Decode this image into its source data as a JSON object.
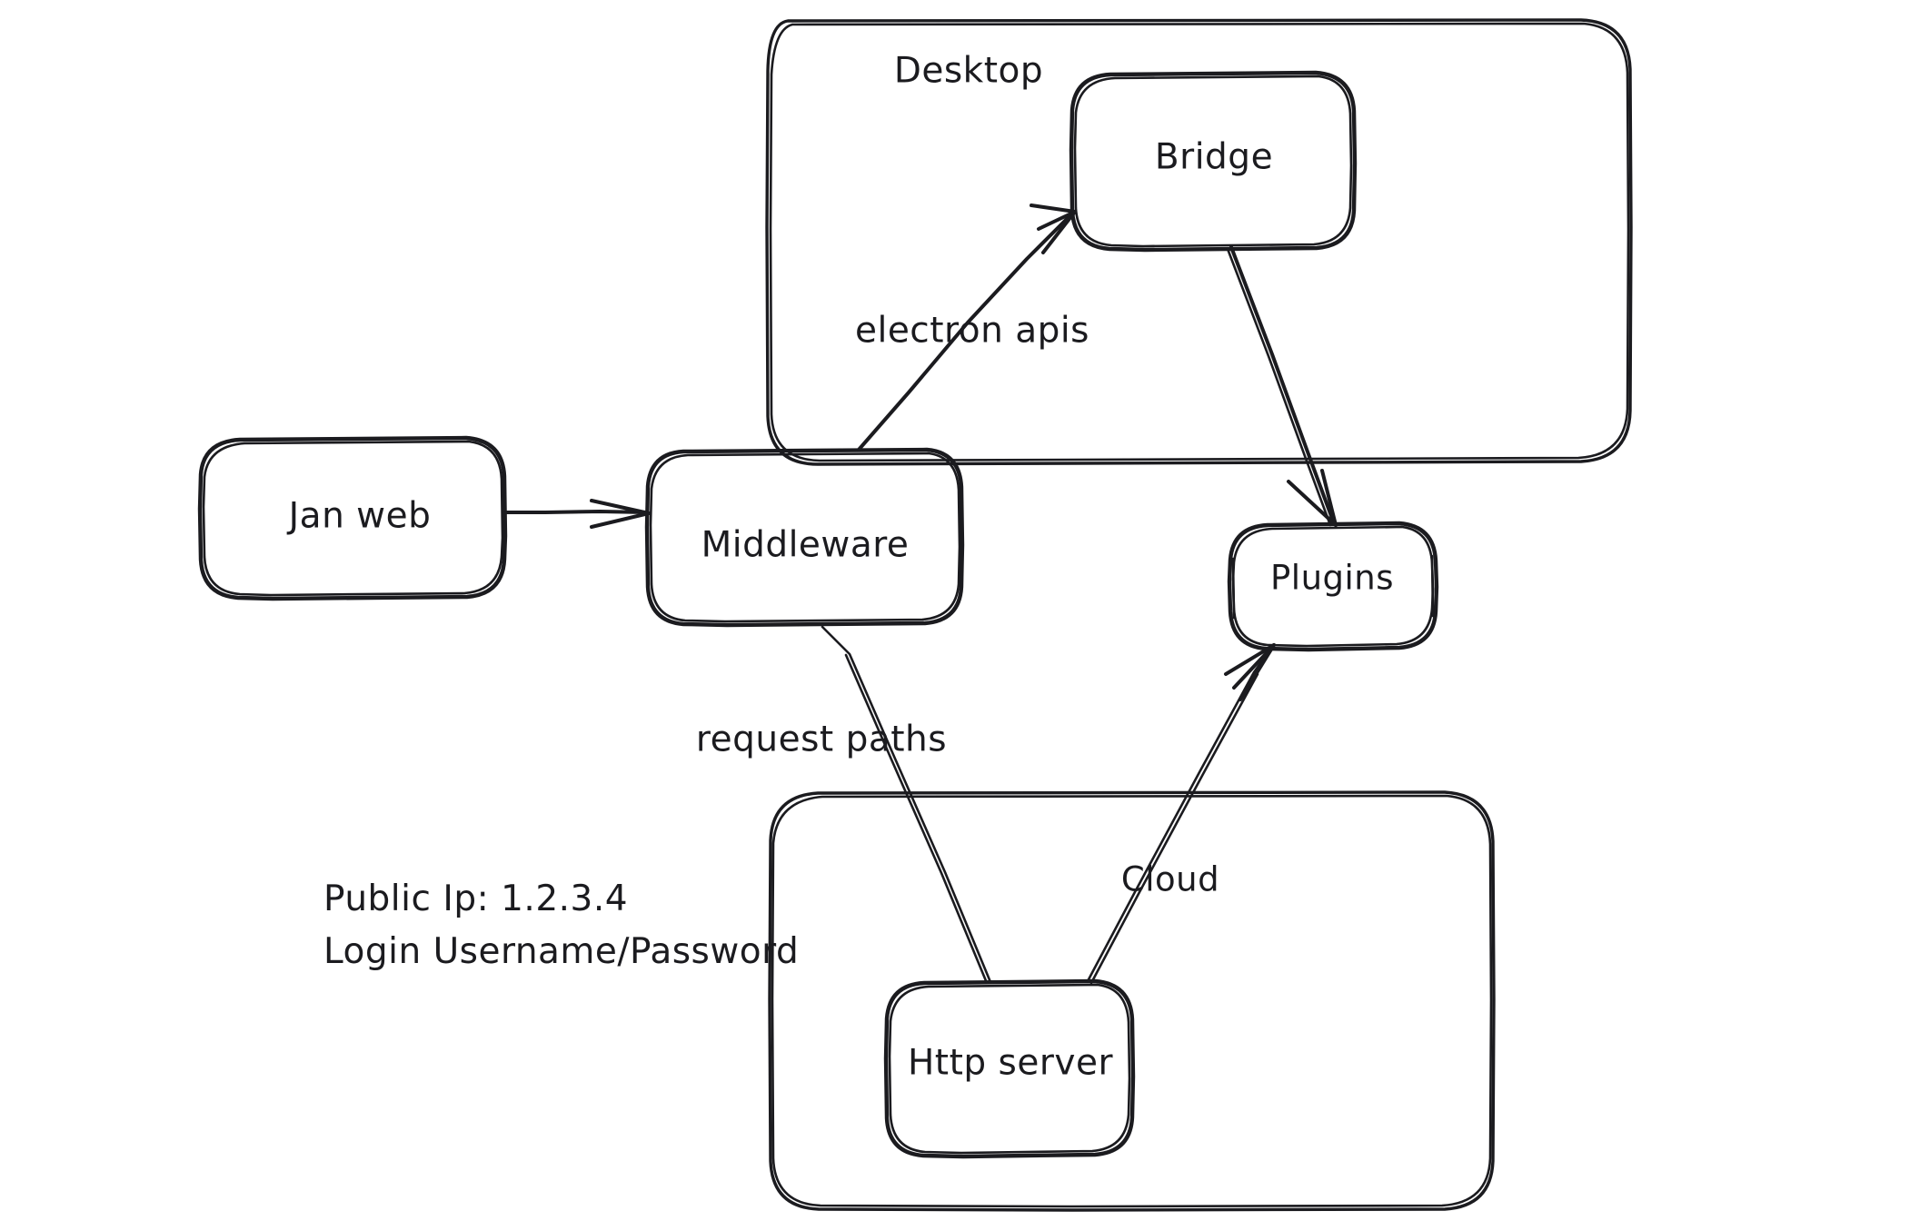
{
  "diagram": {
    "title": "Jan architecture sketch",
    "style": "hand-drawn",
    "stroke_color": "#1b1b1f",
    "background_color": "#ffffff",
    "containers": [
      {
        "id": "desktop",
        "label": "Desktop"
      },
      {
        "id": "cloud",
        "label": ""
      }
    ],
    "nodes": [
      {
        "id": "jan-web",
        "label": "Jan web"
      },
      {
        "id": "middleware",
        "label": "Middleware"
      },
      {
        "id": "bridge",
        "label": "Bridge"
      },
      {
        "id": "plugins",
        "label": "Plugins"
      },
      {
        "id": "http-server",
        "label": "Http server"
      }
    ],
    "edges": [
      {
        "id": "jan-web-to-middleware",
        "from": "Jan web",
        "to": "Middleware",
        "label": ""
      },
      {
        "id": "middleware-to-bridge",
        "from": "Middleware",
        "to": "Bridge",
        "label": "electron apis"
      },
      {
        "id": "bridge-to-plugins",
        "from": "Bridge",
        "to": "Plugins",
        "label": ""
      },
      {
        "id": "http-server-to-middleware",
        "from": "Http server",
        "to": "Middleware",
        "label": "request paths"
      },
      {
        "id": "http-server-to-plugins",
        "from": "Http server",
        "to": "Plugins",
        "label": "Cloud"
      }
    ],
    "annotations": {
      "public_ip_line": "Public Ip: 1.2.3.4",
      "login_line": "Login Username/Password"
    }
  }
}
